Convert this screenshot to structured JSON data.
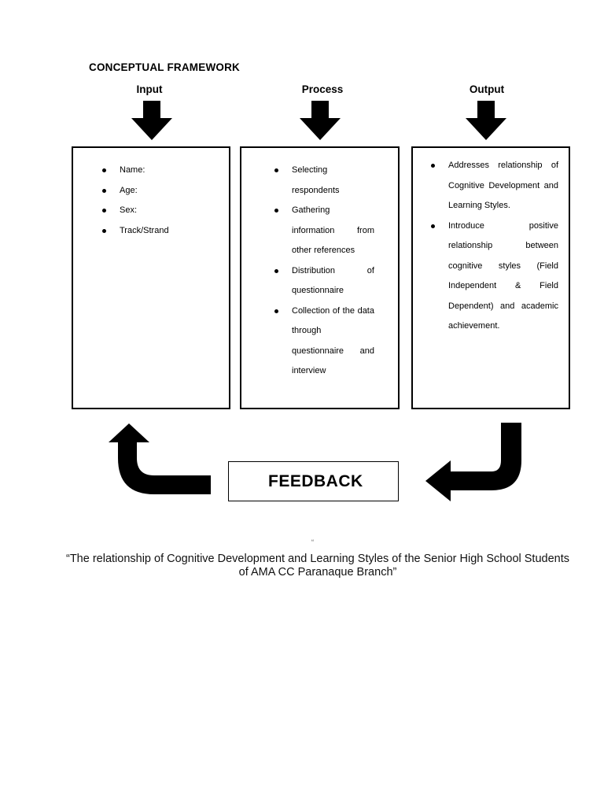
{
  "title": "CONCEPTUAL FRAMEWORK",
  "columns": [
    {
      "heading": "Input",
      "items": [
        "Name:",
        "Age:",
        "Sex:",
        "Track/Strand"
      ]
    },
    {
      "heading": "Process",
      "items": [
        "Selecting respondents",
        "Gathering information from other references",
        "Distribution of questionnaire",
        "Collection of the data through questionnaire and interview"
      ]
    },
    {
      "heading": "Output",
      "items": [
        "Addresses relationship of Cognitive Development and Learning Styles.",
        "Introduce positive relationship between cognitive styles (Field Independent & Field Dependent) and academic achievement."
      ]
    }
  ],
  "feedback": "FEEDBACK",
  "quote_mark": "“",
  "caption": "“The relationship of Cognitive Development and Learning Styles of the Senior High School Students of AMA CC Paranaque Branch”"
}
